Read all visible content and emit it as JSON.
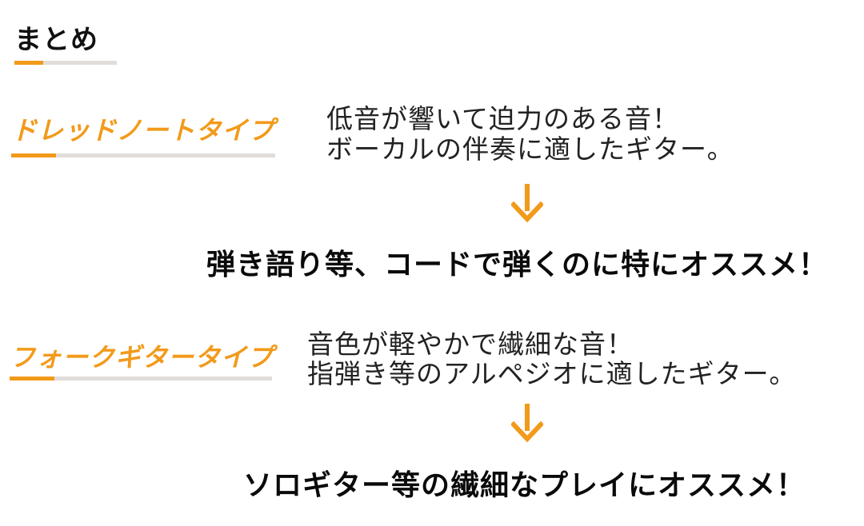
{
  "summary": {
    "title": "まとめ"
  },
  "sections": [
    {
      "type_title": "ドレッドノートタイプ",
      "description_lines": [
        "低音が響いて迫力のある音！",
        "ボーカルの伴奏に適したギター。"
      ],
      "conclusion": "弾き語り等、コードで弾くのに特にオススメ！"
    },
    {
      "type_title": "フォークギタータイプ",
      "description_lines": [
        "音色が軽やかで繊細な音！",
        "指弾き等のアルペジオに適したギター。"
      ],
      "conclusion": "ソロギター等の繊細なプレイにオススメ！"
    }
  ],
  "colors": {
    "accent": "#f29a1a",
    "underline_track": "#e2dcda",
    "text": "#111111"
  },
  "icons": {
    "arrow": "arrow-down-icon"
  }
}
